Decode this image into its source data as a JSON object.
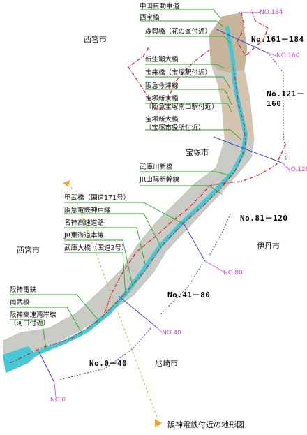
{
  "labels": {
    "chugoku": "中国自動車道",
    "nishitakara": "西宝橋",
    "morikou": "森興橋（花の峯付近）",
    "shinnamase": "新生瀬大橋",
    "houraibashi": "宝来橋（宝塚駅付近）",
    "imazu": "阪急今津線",
    "takarazukashin1": "宝塚新大橋\n（阪急宝塚南口駅付近）",
    "takarazukashin2": "宝塚新大橋\n（宝塚市役所付近）",
    "mukogawashin": "武庫川新橋",
    "sanyo": "JR山陽新幹線",
    "koubu": "甲武橋（国道171号）",
    "kobesen": "阪急電鉄神戸線",
    "meishin": "名神高速道路",
    "tokaido": "JR東海道本線",
    "mukooohashi": "武庫大橋（国道2号）",
    "hanshin": "阪神電鉄",
    "nanbu": "南武橋",
    "wangan": "阪神高速湾岸線\n（河口付近）"
  },
  "cities": {
    "nishinomiya_top": "西宮市",
    "takarazuka": "宝塚市",
    "itami": "伊丹市",
    "nishinomiya_left": "西宮市",
    "amagasaki": "尼崎市"
  },
  "sections": {
    "s161": "No.161－184",
    "s121a": "No.121－",
    "s121b": "160",
    "s81": "No.81－120",
    "s41": "No.41－80",
    "s0": "No.0－40"
  },
  "numbers": {
    "n184": "NO.184",
    "n160": "NO.160",
    "n120": "NO.120",
    "n80": "NO.80",
    "n40": "NO.40",
    "n0": "NO.0"
  },
  "title": "阪神電鉄付近の地形図",
  "colors": {
    "river": "#44c8d8",
    "boundary": "#e02020",
    "leader": "#22aa22",
    "section_line": "#3344dd",
    "number": "#e040e0",
    "marker": "#f0a030"
  }
}
